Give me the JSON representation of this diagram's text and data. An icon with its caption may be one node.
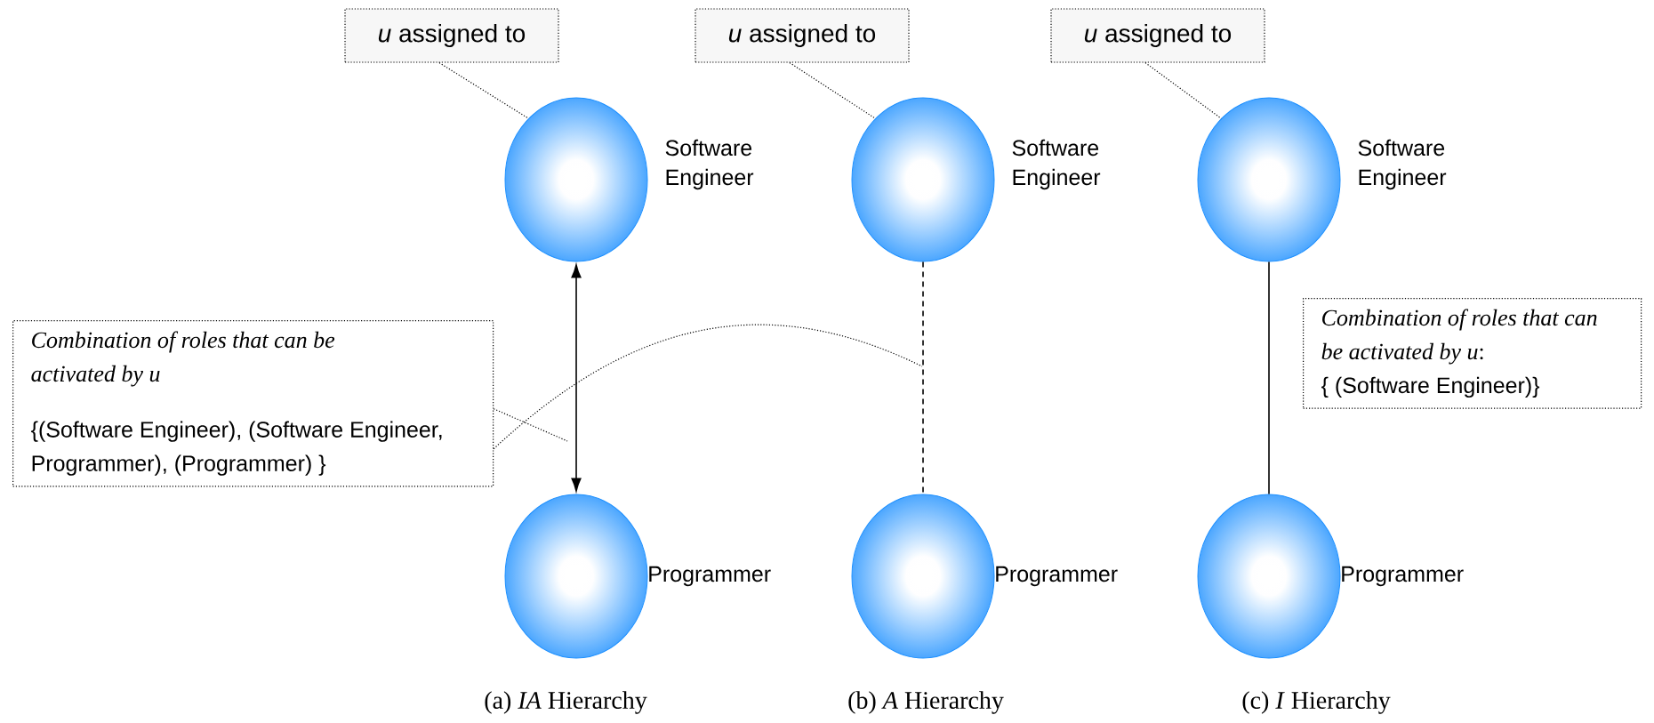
{
  "diagram": {
    "nodes": [
      {
        "text": [
          "*u* assigned to"
        ]
      },
      {
        "text": [
          "*u* assigned to"
        ]
      },
      {
        "text": [
          "*u* assigned to"
        ]
      },
      {
        "text": [],
        "shape": "circle",
        "beside": [
          "Software Engineer"
        ]
      },
      {
        "text": [],
        "shape": "circle",
        "beside": [
          "Programmer"
        ]
      },
      {
        "text": [],
        "shape": "circle",
        "beside": [
          "Software Engineer"
        ]
      },
      {
        "text": [],
        "shape": "circle",
        "beside": [
          "Programmer"
        ]
      },
      {
        "text": [],
        "shape": "circle",
        "beside": [
          "Software Engineer"
        ]
      },
      {
        "text": [],
        "shape": "circle",
        "beside": [
          "Programmer"
        ]
      },
      {
        "text": [
          "Combination of roles that can be activated by u",
          "{(Software Engineer), (Software Engineer, Programmer), (Programmer) }"
        ]
      },
      {
        "text": [
          "*Combination of roles that can be activated by u*:",
          "{ (Software Engineer)}"
        ]
      }
    ],
    "edges": [
      {
        "from": 0,
        "to": 3,
        "arrow": "none",
        "style": "dashed"
      },
      {
        "from": 1,
        "to": 5,
        "arrow": "none",
        "style": "dashed"
      },
      {
        "from": 2,
        "to": 7,
        "arrow": "none",
        "style": "dashed"
      },
      {
        "from": 3,
        "to": 4,
        "arrow": "both"
      },
      {
        "from": 5,
        "to": 6,
        "arrow": "none",
        "style": "dashed"
      },
      {
        "from": 7,
        "to": 8,
        "arrow": "none"
      },
      {
        "from": 9,
        "to": null,
        "arrow": "none",
        "style": "dashed"
      },
      {
        "from": 9,
        "to": null,
        "arrow": "none",
        "style": "dashed"
      }
    ],
    "labels": [
      "(a) *IA* Hierarchy",
      "(b) *A* Hierarchy",
      "(c) *I* Hierarchy"
    ]
  }
}
